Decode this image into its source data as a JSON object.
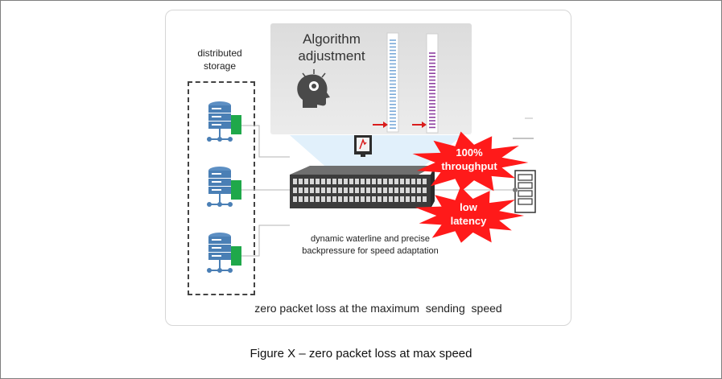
{
  "diagram": {
    "storage_label": "distributed\nstorage",
    "algorithm_label": "Algorithm\nadjustment",
    "waterline_label": "dynamic waterline and precise\nbackpressure for speed adaptation",
    "burst_throughput": "100%\nthroughput",
    "burst_latency": "low\nlatency",
    "zero_loss_label": "zero packet loss at the maximum  sending  speed"
  },
  "caption": "Figure X – zero packet loss at max speed",
  "colors": {
    "burst_red": "#ff1a1a",
    "nic_green": "#1fa84a",
    "server_blue": "#4a7fb5",
    "queue_blue": "#7aa9d8",
    "queue_purple": "#8e3fa0",
    "arrow_red": "#d91c1c"
  },
  "icons": [
    "database-server-icon",
    "brain-head-icon",
    "monitor-icon",
    "network-switch-icon",
    "storage-array-icon"
  ]
}
